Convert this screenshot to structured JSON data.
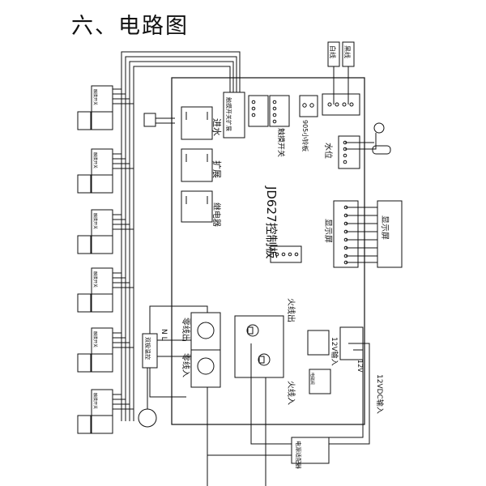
{
  "heading": "六、电路图",
  "board": {
    "name": "JD627控制板",
    "inlet_valve": "进水",
    "expand": "扩展",
    "relay": "继电器",
    "touch_switch": "触摸开关",
    "touch_expand": "触摸开关扩展",
    "ring_board": "905小铃板",
    "water_level": "水位",
    "display": "显示屏",
    "neutral_out": "零线出",
    "neutral_in": "零线入",
    "live_out": "火线出",
    "live_in": "火线入",
    "input_12v": "12V输入",
    "v12": "12V",
    "nl": "N L"
  },
  "external": {
    "white_wire": "白线",
    "black_wire": "黑线",
    "display_screen": "显示屏",
    "power_supply": "电源适配器",
    "dc_input": "12VDC输入",
    "temp_control": "双极温控",
    "touch_switch_label": "触摸开关",
    "lamp_label": "电磁阀"
  },
  "colors": {
    "line": "#111111",
    "background": "#ffffff"
  }
}
